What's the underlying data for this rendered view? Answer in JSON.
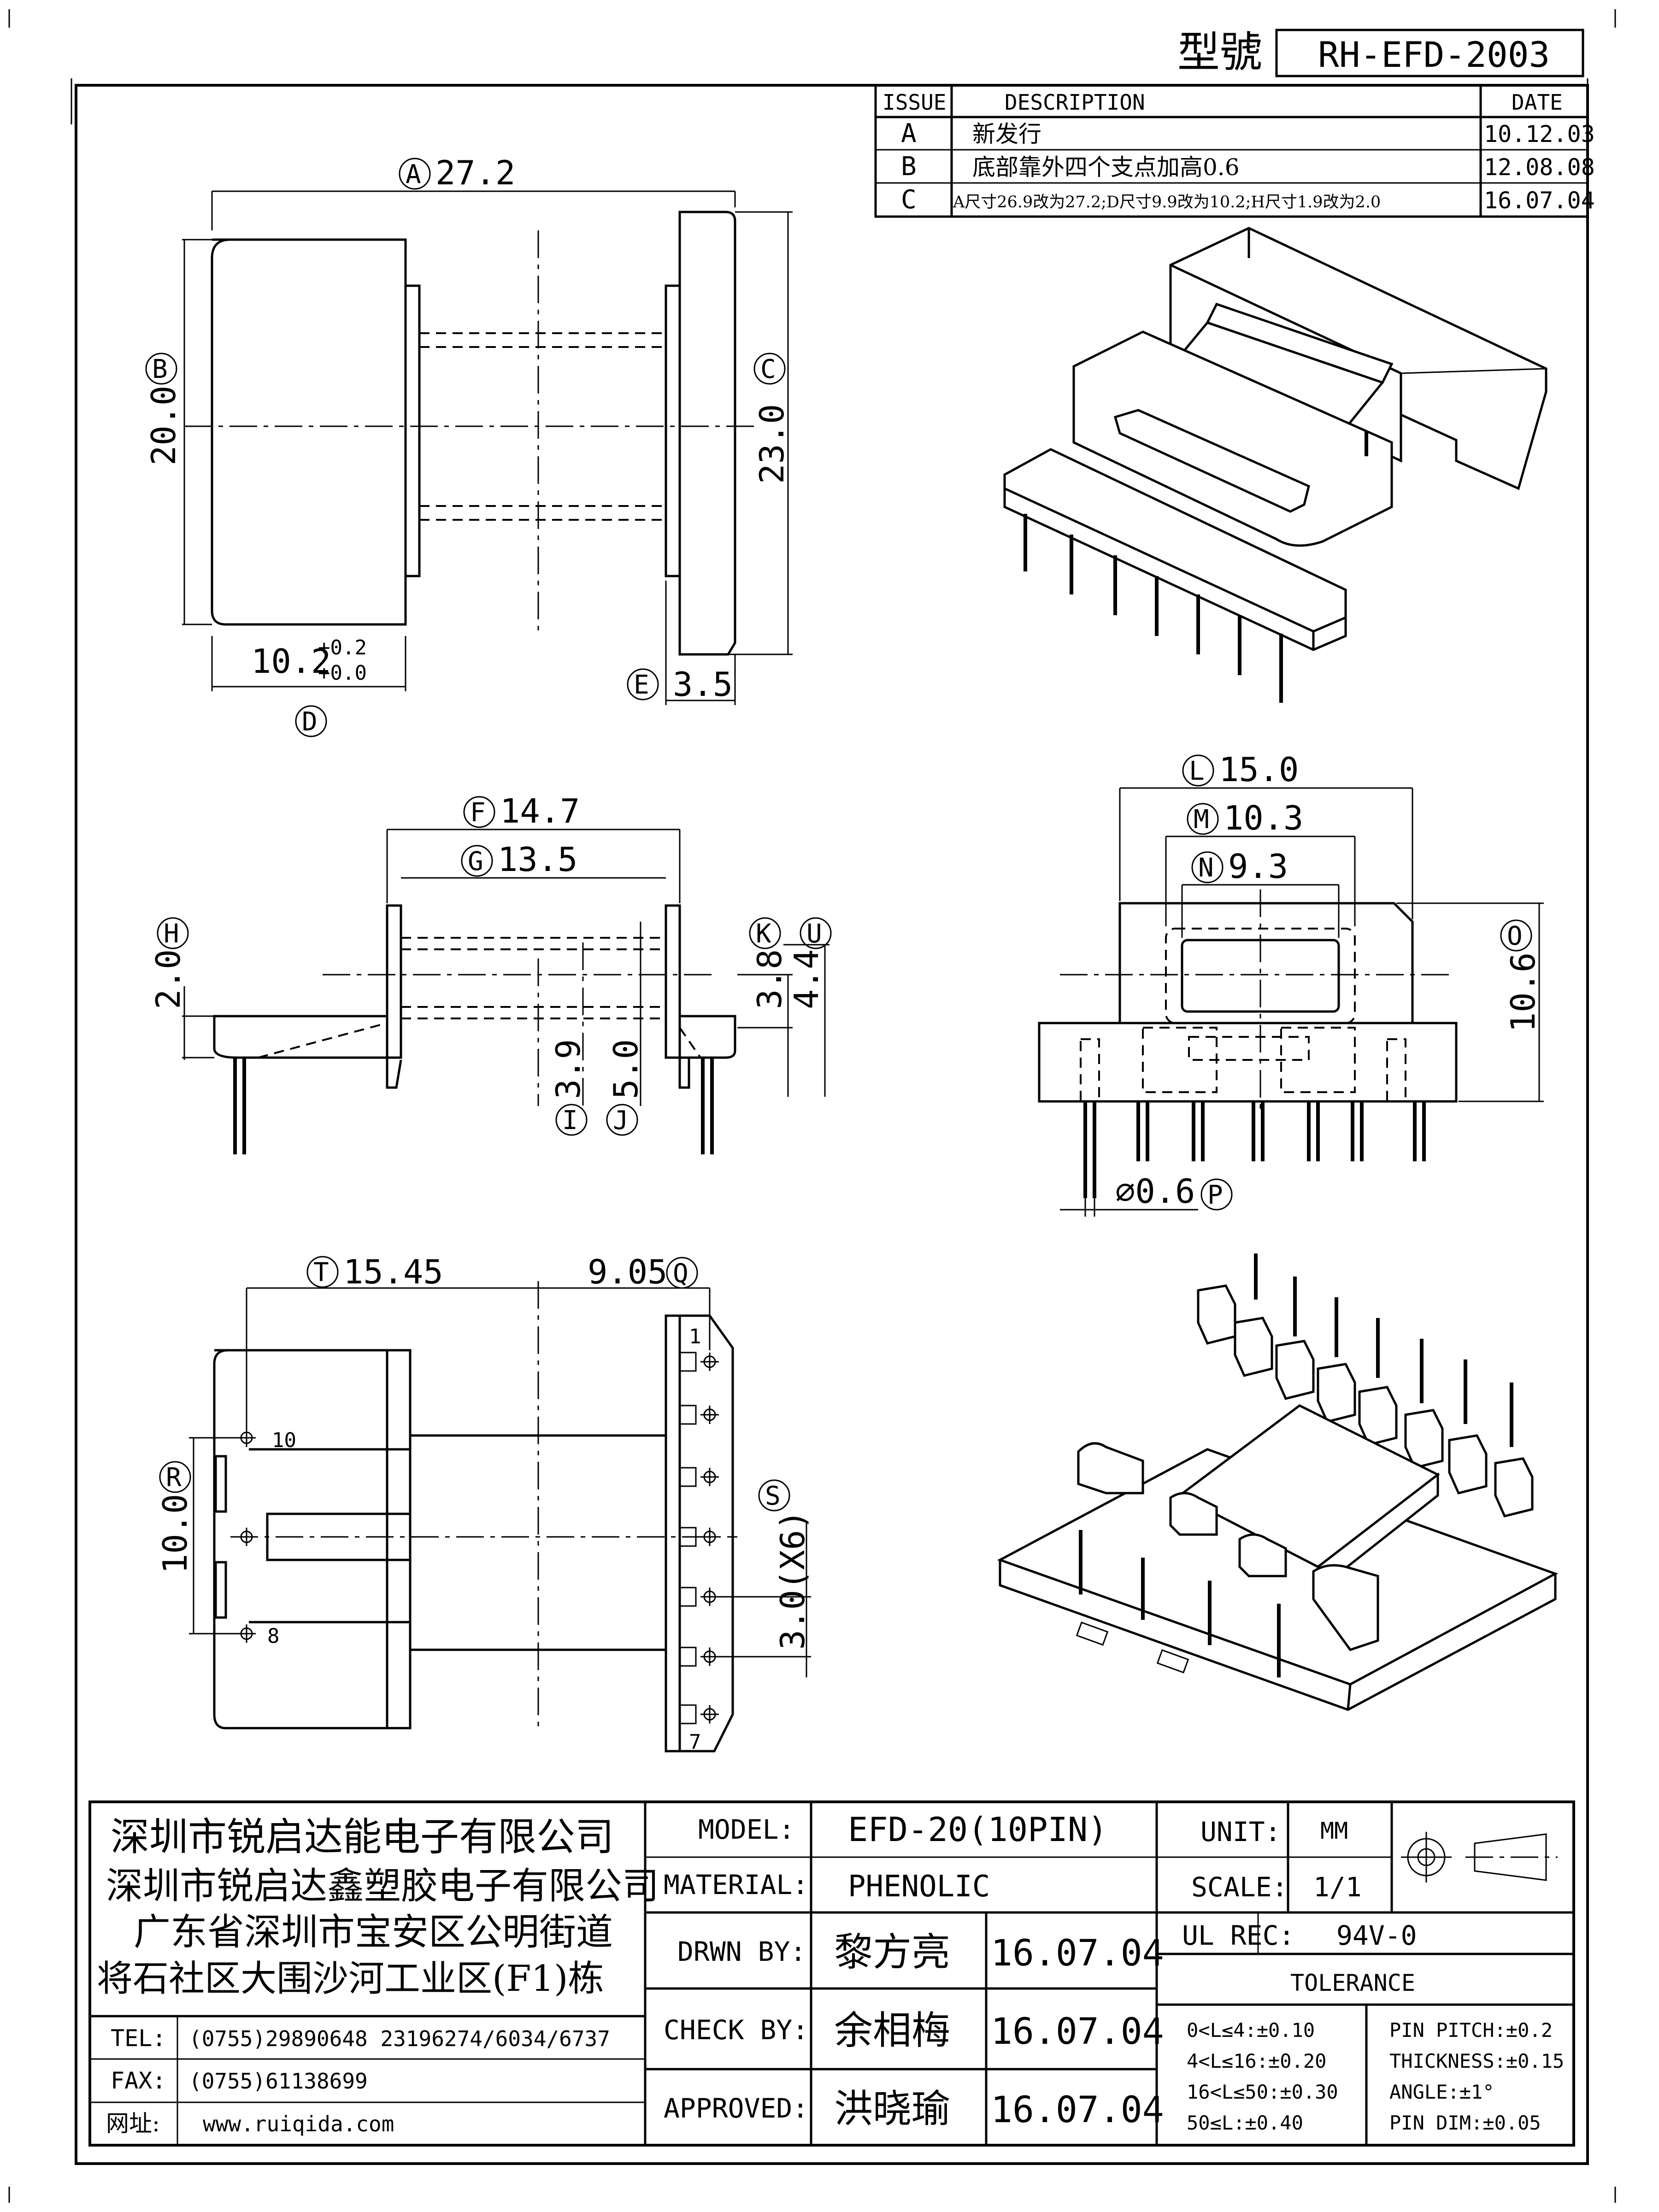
{
  "header": {
    "model_label": "型號",
    "model_no": "RH-EFD-2003"
  },
  "revisions": {
    "columns": [
      "ISSUE",
      "DESCRIPTION",
      "DATE"
    ],
    "rows": [
      {
        "issue": "A",
        "description": "新发行",
        "date": "10.12.03"
      },
      {
        "issue": "B",
        "description": "底部靠外四个支点加高0.6",
        "date": "12.08.08"
      },
      {
        "issue": "C",
        "description": "A尺寸26.9改为27.2;D尺寸9.9改为10.2;H尺寸1.9改为2.0",
        "date": "16.07.04"
      }
    ]
  },
  "dimensions": {
    "A": {
      "letter": "A",
      "value": "27.2"
    },
    "B": {
      "letter": "B",
      "value": "20.0"
    },
    "C": {
      "letter": "C",
      "value": "23.0"
    },
    "D": {
      "letter": "D",
      "value": "10.2",
      "tol_upper": "+0.2",
      "tol_lower": "+0.0"
    },
    "E": {
      "letter": "E",
      "value": "3.5"
    },
    "F": {
      "letter": "F",
      "value": "14.7"
    },
    "G": {
      "letter": "G",
      "value": "13.5"
    },
    "H": {
      "letter": "H",
      "value": "2.0"
    },
    "I": {
      "letter": "I",
      "value": "3.9"
    },
    "J": {
      "letter": "J",
      "value": "5.0"
    },
    "K": {
      "letter": "K",
      "value": "3.8"
    },
    "U": {
      "letter": "U",
      "value": "4.4"
    },
    "L": {
      "letter": "L",
      "value": "15.0"
    },
    "M": {
      "letter": "M",
      "value": "10.3"
    },
    "N": {
      "letter": "N",
      "value": "9.3"
    },
    "O": {
      "letter": "O",
      "value": "10.6"
    },
    "P": {
      "letter": "P",
      "value": "⌀0.6"
    },
    "T": {
      "letter": "T",
      "value": "15.45"
    },
    "Q": {
      "letter": "Q",
      "value": "9.05"
    },
    "R": {
      "letter": "R",
      "value": "10.0"
    },
    "S": {
      "letter": "S",
      "value": "3.0(X6)"
    }
  },
  "pin_labels": {
    "p1": "1",
    "p7": "7",
    "p8": "8",
    "p10": "10"
  },
  "company": {
    "lines": [
      "深圳市锐启达能电子有限公司",
      "深圳市锐启达鑫塑胶电子有限公司",
      "广东省深圳市宝安区公明街道",
      "将石社区大围沙河工业区(F1)栋"
    ],
    "tel_label": "TEL:",
    "tel": "(0755)29890648  23196274/6034/6737",
    "fax_label": "FAX:",
    "fax": "(0755)61138699",
    "web_label": "网址:",
    "web": "www.ruiqida.com"
  },
  "title_block": {
    "model_label": "MODEL:",
    "model": "EFD-20(10PIN)",
    "material_label": "MATERIAL:",
    "material": "PHENOLIC",
    "drawn_label": "DRWN BY:",
    "drawn_by": "黎方亮",
    "drawn_date": "16.07.04",
    "check_label": "CHECK BY:",
    "check_by": "余相梅",
    "check_date": "16.07.04",
    "approved_label": "APPROVED:",
    "approved_by": "洪晓瑜",
    "approved_date": "16.07.04",
    "unit_label": "UNIT:",
    "unit": "MM",
    "scale_label": "SCALE:",
    "scale": "1/1",
    "ul_label": "UL REC:",
    "ul": "94V-0",
    "tolerance_title": "TOLERANCE",
    "tolerance_left": [
      "0<L≤4:±0.10",
      "4<L≤16:±0.20",
      "16<L≤50:±0.30",
      "50≤L:±0.40"
    ],
    "tolerance_right": [
      "PIN PITCH:±0.2",
      "THICKNESS:±0.15",
      "ANGLE:±1°",
      "PIN DIM:±0.05"
    ]
  }
}
